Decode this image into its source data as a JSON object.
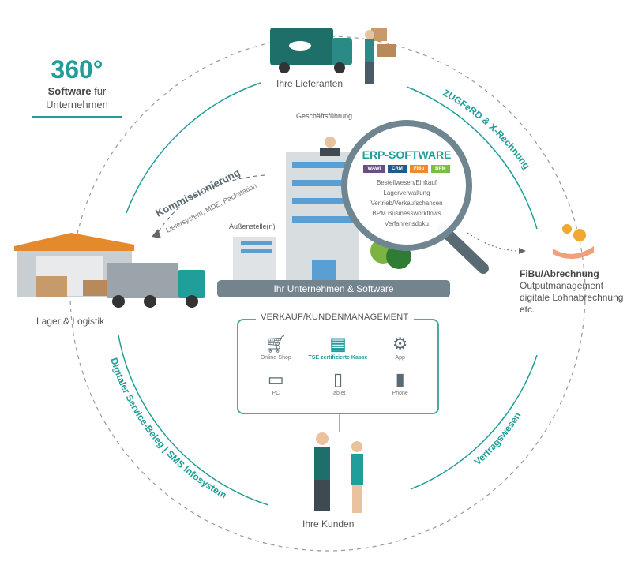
{
  "headline": {
    "number": "360°",
    "bold": "Software",
    "rest": "für",
    "line2": "Unternehmen"
  },
  "nodes": {
    "suppliers": "Ihre Lieferanten",
    "management": "Geschäftsführung",
    "branch": "Außenstelle(n)",
    "company": "Ihr Unternehmen & Software",
    "warehouse": "Lager & Logistik",
    "customers": "Ihre Kunden",
    "fibu": {
      "title": "FiBu/Abrechnung",
      "lines": [
        "Outputmanagement",
        "digitale Lohnabrechnung",
        "etc."
      ]
    }
  },
  "arcs": {
    "zugferd": "ZUGFeRD & X-Rechnung",
    "contracts": "Vertragswesen",
    "service": "Digitaler Service-Beleg | SMS Infosystem",
    "picking": "Kommissionierung",
    "picking_sub": "Liefersystem, MDE, Packstation"
  },
  "erp": {
    "title": "ERP-SOFTWARE",
    "tags": [
      {
        "label": "WAWI",
        "color": "#6a4f7e"
      },
      {
        "label": "CRM",
        "color": "#1f5b8c"
      },
      {
        "label": "FiBu",
        "color": "#f08a24"
      },
      {
        "label": "BPM",
        "color": "#7cbf3c"
      }
    ],
    "lines": [
      "Bestellwesen/Einkauf",
      "Lagerverwaltung",
      "Vertrieb/Verkaufschancen",
      "BPM Businessworkflows",
      "Verfahrensdoku"
    ]
  },
  "sales": {
    "title": "VERKAUF/KUNDENMANAGEMENT",
    "items": [
      {
        "label": "Online-Shop",
        "icon": "cart-icon"
      },
      {
        "label": "TSE zertifizierte Kasse",
        "icon": "cash-register-icon"
      },
      {
        "label": "App",
        "icon": "gear-icon"
      },
      {
        "label": "PC",
        "icon": "monitor-icon"
      },
      {
        "label": "Tablet",
        "icon": "tablet-icon"
      },
      {
        "label": "Phone",
        "icon": "phone-icon"
      }
    ]
  },
  "colors": {
    "accent": "#1f9e9a",
    "slate": "#73848e"
  }
}
